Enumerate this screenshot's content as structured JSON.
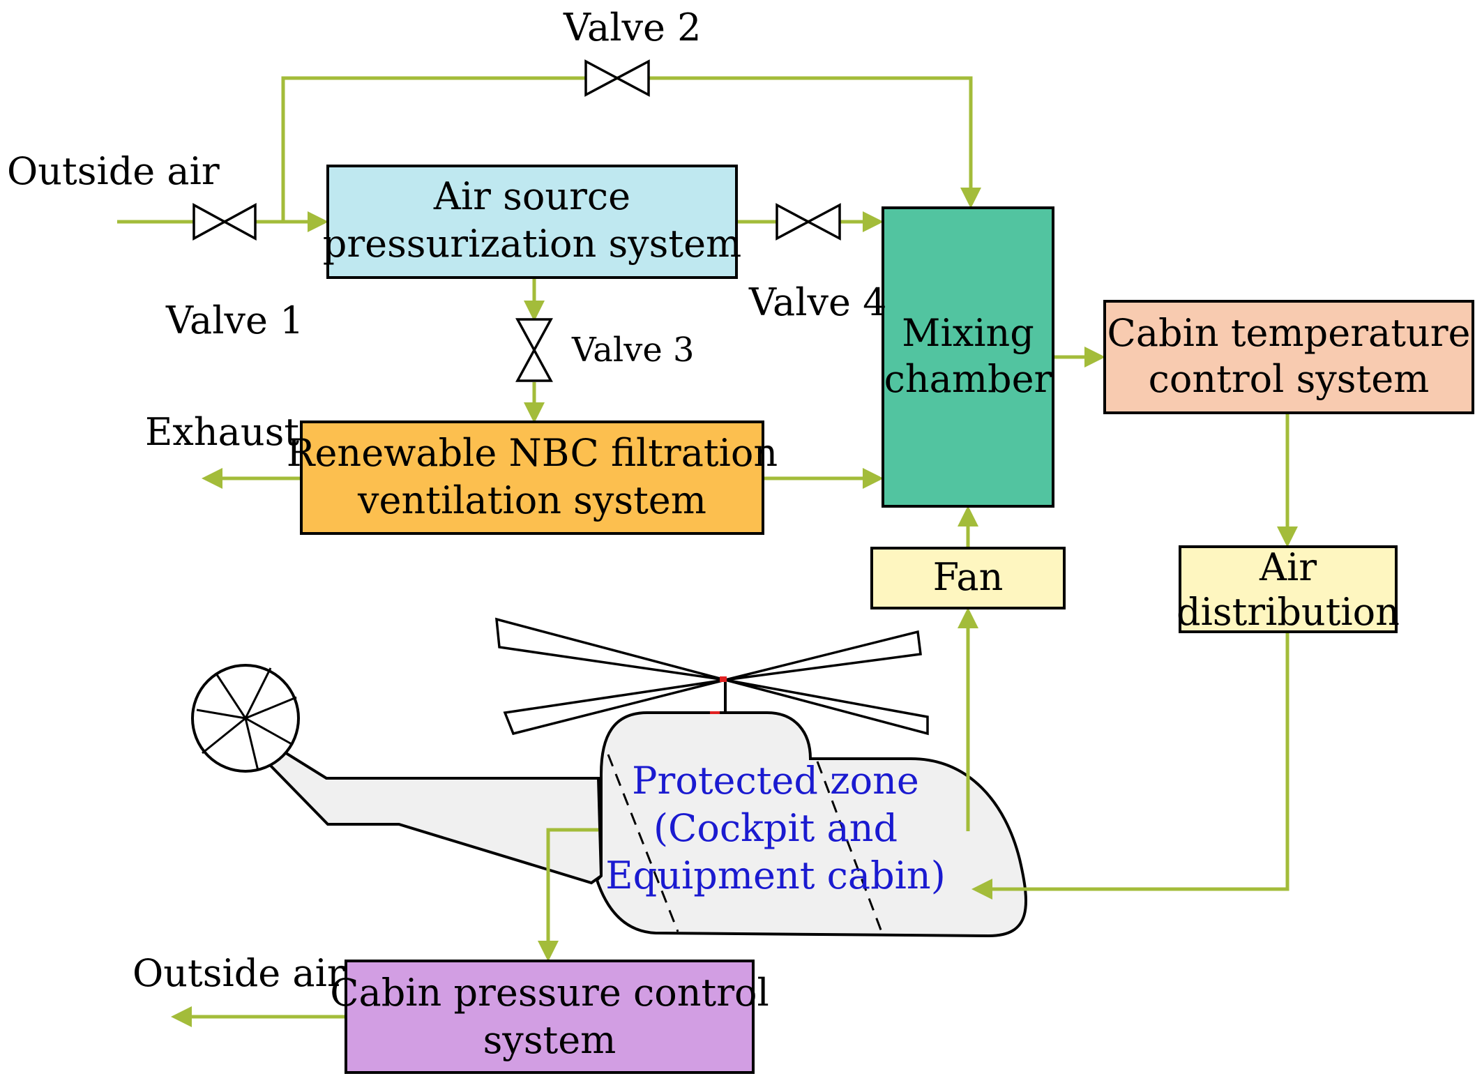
{
  "colors": {
    "flow": "#a3bc3a",
    "air_source": "#bfe8f0",
    "nbc": "#fcbf4f",
    "mixing": "#52c4a0",
    "cabin_temp": "#f8cbb0",
    "fan": "#fef6c0",
    "air_distribution": "#fef6c0",
    "cabin_pressure": "#d29ee3",
    "helicopter_fill": "#f0f0f0",
    "zone_text": "#1a1ad0"
  },
  "labels": {
    "outside_air_in": "Outside air",
    "valve_1": "Valve 1",
    "valve_2": "Valve 2",
    "valve_3": "Valve 3",
    "valve_4": "Valve 4",
    "exhaust": "Exhaust",
    "outside_air_out": "Outside air"
  },
  "boxes": {
    "air_source": [
      "Air source",
      "pressurization system"
    ],
    "nbc": [
      "Renewable NBC filtration",
      "ventilation system"
    ],
    "mixing": [
      "Mixing",
      "chamber"
    ],
    "cabin_temp": [
      "Cabin temperature",
      "control system"
    ],
    "fan": [
      "Fan"
    ],
    "air_distribution": [
      "Air",
      "distribution"
    ],
    "cabin_pressure": [
      "Cabin pressure control",
      "system"
    ]
  },
  "protected_zone": [
    "Protected zone",
    "(Cockpit and",
    "Equipment cabin)"
  ]
}
